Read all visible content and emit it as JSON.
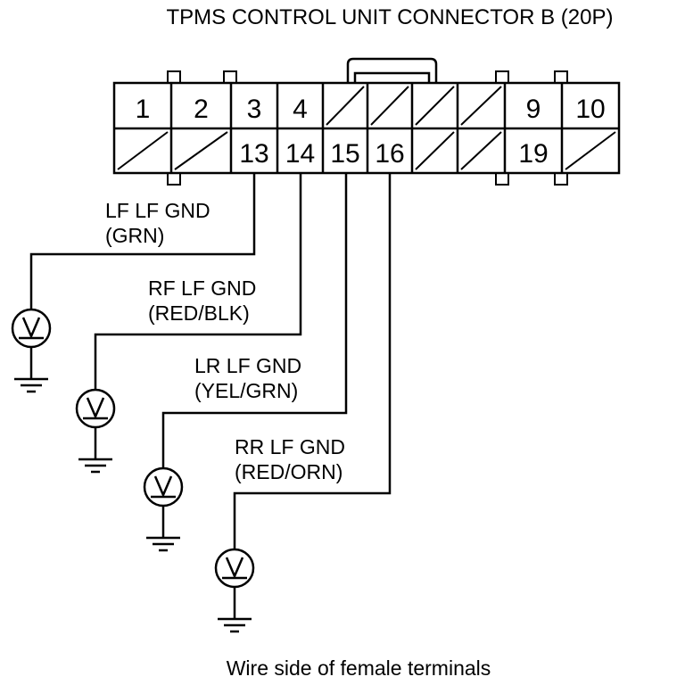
{
  "title": "TPMS CONTROL UNIT CONNECTOR B (20P)",
  "footer": "Wire side of female terminals",
  "top_row": [
    {
      "label": "1"
    },
    {
      "label": "2"
    },
    {
      "label": "3"
    },
    {
      "label": "4"
    },
    {
      "label": ""
    },
    {
      "label": ""
    },
    {
      "label": ""
    },
    {
      "label": ""
    },
    {
      "label": "9"
    },
    {
      "label": "10"
    }
  ],
  "bottom_row": [
    {
      "label": ""
    },
    {
      "label": ""
    },
    {
      "label": "13"
    },
    {
      "label": "14"
    },
    {
      "label": "15"
    },
    {
      "label": "16"
    },
    {
      "label": ""
    },
    {
      "label": ""
    },
    {
      "label": "19"
    },
    {
      "label": ""
    }
  ],
  "circuits": [
    {
      "terminal": "13",
      "name": "LF LF GND",
      "color": "(GRN)"
    },
    {
      "terminal": "14",
      "name": "RF LF GND",
      "color": "(RED/BLK)"
    },
    {
      "terminal": "15",
      "name": "LR LF GND",
      "color": "(YEL/GRN)"
    },
    {
      "terminal": "16",
      "name": "RR LF GND",
      "color": "(RED/ORN)"
    }
  ]
}
